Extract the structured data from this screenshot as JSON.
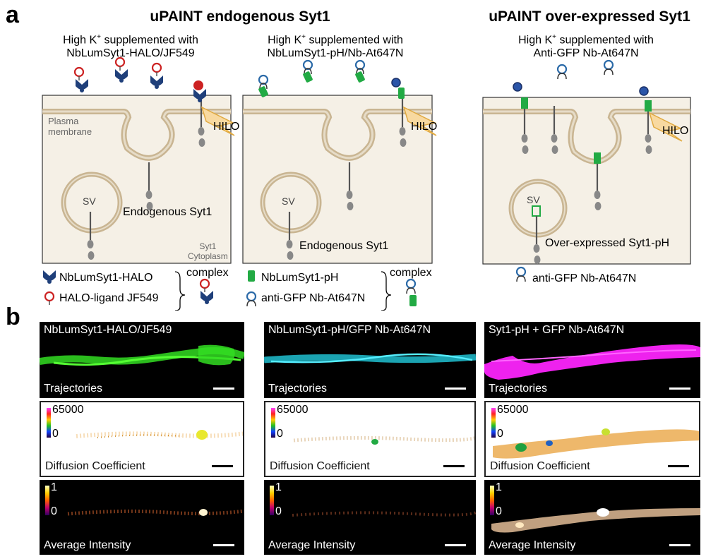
{
  "panel_a": {
    "letter": "a",
    "title_left": "uPAINT endogenous Syt1",
    "title_right": "uPAINT over-expressed Syt1",
    "cols": [
      {
        "line1": "High K",
        "sup": "+",
        "line1b": " supplemented with",
        "line2": "NbLumSyt1-HALO/JF549"
      },
      {
        "line1": "High K",
        "sup": "+",
        "line1b": " supplemented with",
        "line2": "NbLumSyt1-pH/Nb-At647N"
      },
      {
        "line1": "High K",
        "sup": "+",
        "line1b": " supplemented with",
        "line2": "Anti-GFP Nb-At647N"
      }
    ],
    "cell_labels": {
      "plasma1": "Plasma",
      "plasma2": "membrane",
      "hilo": "HILO",
      "sv": "SV",
      "endogenous": "Endogenous Syt1",
      "cyto1": "Syt1",
      "cyto2": "Cytoplasm",
      "overexpressed": "Over-expressed Syt1-pH"
    },
    "legend": {
      "left": [
        "NbLumSyt1-HALO",
        "HALO-ligand JF549"
      ],
      "mid": [
        "NbLumSyt1-pH",
        "anti-GFP Nb-At647N"
      ],
      "right": [
        "anti-GFP Nb-At647N"
      ],
      "complex": "complex"
    }
  },
  "panel_b": {
    "letter": "b",
    "columns": [
      {
        "title": "NbLumSyt1-HALO/JF549",
        "color": "#33dd22"
      },
      {
        "title": "NbLumSyt1-pH/GFP Nb-At647N",
        "color": "#22ccdd"
      },
      {
        "title": "Syt1-pH + GFP Nb-At647N",
        "color": "#ee22ee"
      }
    ],
    "rows": {
      "trajectories": "Trajectories",
      "diffusion": "Diffusion Coefficient",
      "intensity": "Average Intensity"
    },
    "colorbars": {
      "diff_max": "65000",
      "diff_min": "0",
      "int_max": "1",
      "int_min": "0"
    }
  },
  "colors": {
    "cell_fill": "#f5f0e6",
    "membrane": "#c9b592",
    "halo_blue": "#1f3f7a",
    "ligand_red": "#cc2222",
    "ph_green": "#22aa44",
    "nb_blue": "#2b6aa8"
  }
}
